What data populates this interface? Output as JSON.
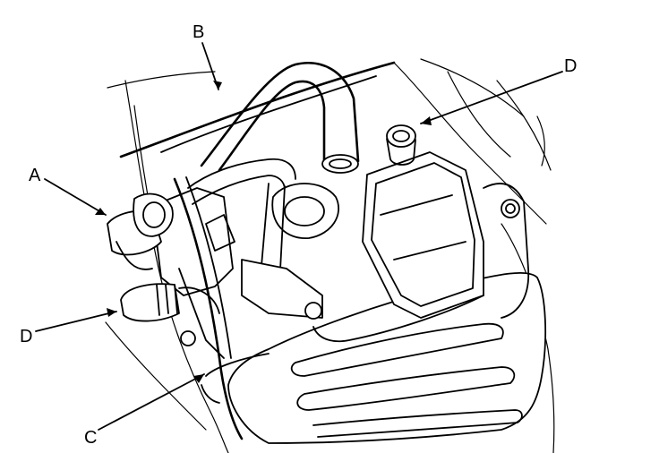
{
  "labels": {
    "a": "A",
    "b": "B",
    "c": "C",
    "d_top": "D",
    "d_left": "D"
  }
}
